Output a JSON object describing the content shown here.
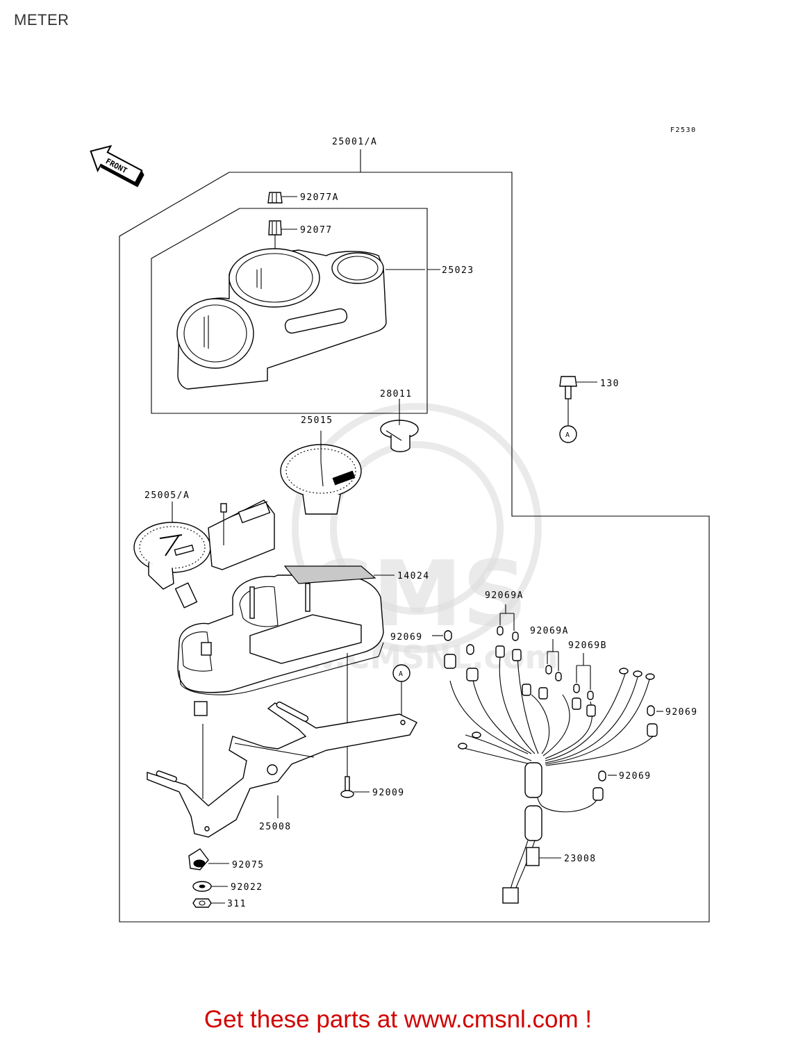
{
  "page": {
    "title": "METER"
  },
  "figure": {
    "code": "F2530",
    "front_label": "FRONT",
    "ref_marker": "A"
  },
  "parts": {
    "p25001A": "25001/A",
    "p92077A": "92077A",
    "p92077": "92077",
    "p25023": "25023",
    "p130": "130",
    "p28011": "28011",
    "p25015": "25015",
    "p25005A": "25005/A",
    "p14024": "14024",
    "p92069A_1": "92069A",
    "p92069_1": "92069",
    "p92069A_2": "92069A",
    "p92069B": "92069B",
    "p92069_2": "92069",
    "p92069_3": "92069",
    "p92009": "92009",
    "p25008": "25008",
    "p23008": "23008",
    "p92075": "92075",
    "p92022": "92022",
    "p311": "311"
  },
  "watermark": {
    "text1": "CMS",
    "text2": "www.CMSNL.com"
  },
  "footer": {
    "text": "Get these parts at www.cmsnl.com !"
  },
  "colors": {
    "footer": "#d10000",
    "line": "#000000",
    "watermark": "#d9d9d9"
  }
}
